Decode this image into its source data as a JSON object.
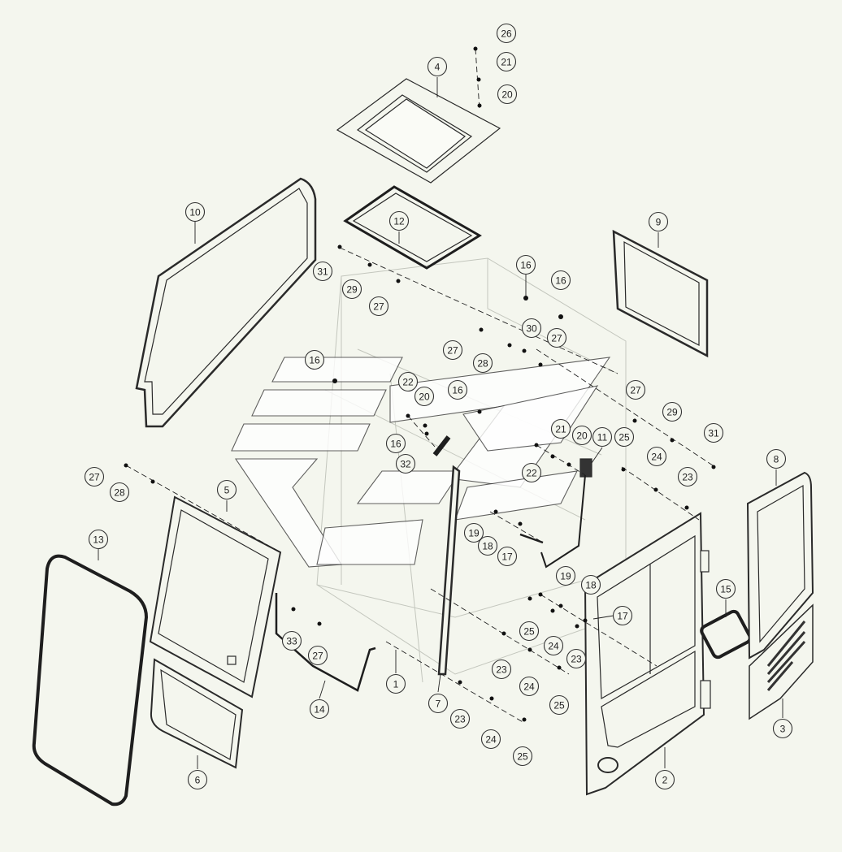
{
  "callouts": [
    {
      "id": "c1",
      "text": "1"
    },
    {
      "id": "c2",
      "text": "2"
    },
    {
      "id": "c3",
      "text": "3"
    },
    {
      "id": "c4",
      "text": "4"
    },
    {
      "id": "c5",
      "text": "5"
    },
    {
      "id": "c6",
      "text": "6"
    },
    {
      "id": "c7",
      "text": "7"
    },
    {
      "id": "c8",
      "text": "8"
    },
    {
      "id": "c9",
      "text": "9"
    },
    {
      "id": "c10",
      "text": "10"
    },
    {
      "id": "c11",
      "text": "11"
    },
    {
      "id": "c12",
      "text": "12"
    },
    {
      "id": "c13",
      "text": "13"
    },
    {
      "id": "c14",
      "text": "14"
    },
    {
      "id": "c15",
      "text": "15"
    },
    {
      "id": "c16a",
      "text": "16"
    },
    {
      "id": "c16b",
      "text": "16"
    },
    {
      "id": "c16c",
      "text": "16"
    },
    {
      "id": "c16d",
      "text": "16"
    },
    {
      "id": "c16e",
      "text": "16"
    },
    {
      "id": "c17a",
      "text": "17"
    },
    {
      "id": "c17b",
      "text": "17"
    },
    {
      "id": "c18a",
      "text": "18"
    },
    {
      "id": "c18b",
      "text": "18"
    },
    {
      "id": "c19a",
      "text": "19"
    },
    {
      "id": "c19b",
      "text": "19"
    },
    {
      "id": "c20a",
      "text": "20"
    },
    {
      "id": "c20b",
      "text": "20"
    },
    {
      "id": "c20c",
      "text": "20"
    },
    {
      "id": "c21a",
      "text": "21"
    },
    {
      "id": "c21b",
      "text": "21"
    },
    {
      "id": "c22a",
      "text": "22"
    },
    {
      "id": "c22b",
      "text": "22"
    },
    {
      "id": "c23a",
      "text": "23"
    },
    {
      "id": "c23b",
      "text": "23"
    },
    {
      "id": "c23c",
      "text": "23"
    },
    {
      "id": "c23d",
      "text": "23"
    },
    {
      "id": "c24a",
      "text": "24"
    },
    {
      "id": "c24b",
      "text": "24"
    },
    {
      "id": "c24c",
      "text": "24"
    },
    {
      "id": "c24d",
      "text": "24"
    },
    {
      "id": "c25a",
      "text": "25"
    },
    {
      "id": "c25b",
      "text": "25"
    },
    {
      "id": "c25c",
      "text": "25"
    },
    {
      "id": "c25d",
      "text": "25"
    },
    {
      "id": "c26",
      "text": "26"
    },
    {
      "id": "c27a",
      "text": "27"
    },
    {
      "id": "c27b",
      "text": "27"
    },
    {
      "id": "c27c",
      "text": "27"
    },
    {
      "id": "c27d",
      "text": "27"
    },
    {
      "id": "c27e",
      "text": "27"
    },
    {
      "id": "c27f",
      "text": "27"
    },
    {
      "id": "c28a",
      "text": "28"
    },
    {
      "id": "c28b",
      "text": "28"
    },
    {
      "id": "c29a",
      "text": "29"
    },
    {
      "id": "c29b",
      "text": "29"
    },
    {
      "id": "c30",
      "text": "30"
    },
    {
      "id": "c31a",
      "text": "31"
    },
    {
      "id": "c31b",
      "text": "31"
    },
    {
      "id": "c32",
      "text": "32"
    },
    {
      "id": "c33",
      "text": "33"
    }
  ]
}
